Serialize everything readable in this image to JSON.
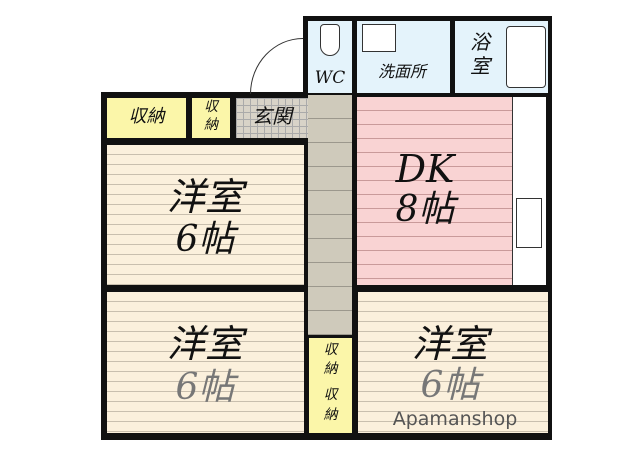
{
  "rooms": {
    "wc": "WC",
    "washroom": "洗面所",
    "bath_1": "浴",
    "bath_2": "室",
    "storage_large": "収納",
    "storage_small_1": "収",
    "storage_small_2": "納",
    "entrance": "玄関",
    "dk_name": "DK",
    "dk_size": "8帖",
    "western_top_name": "洋室",
    "western_top_size": "6帖",
    "western_bl_name": "洋室",
    "western_bl_size": "6帖",
    "western_br_name": "洋室",
    "western_br_size": "6帖",
    "storage_mid_1a": "収",
    "storage_mid_1b": "納",
    "storage_mid_2a": "収",
    "storage_mid_2b": "納"
  },
  "watermark": "Apamanshop"
}
